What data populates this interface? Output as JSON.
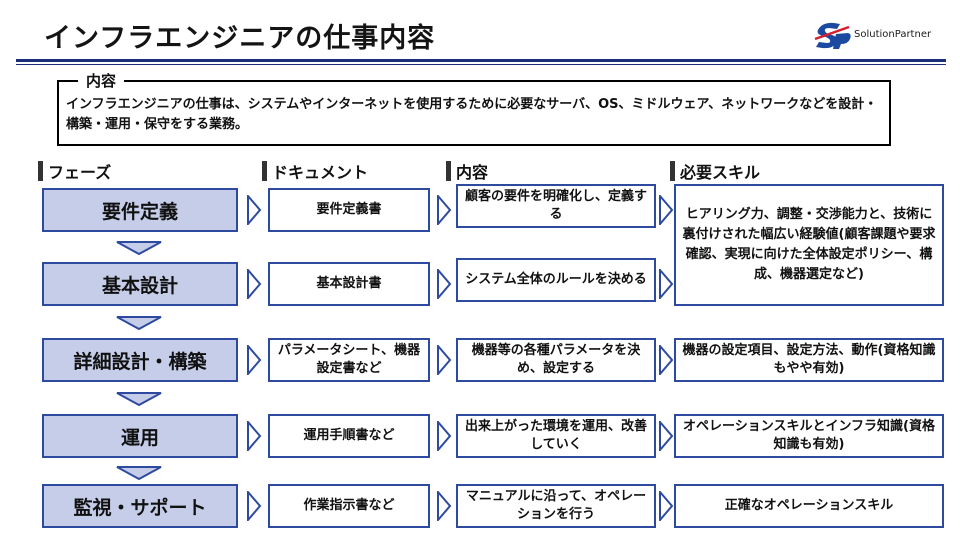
{
  "title": "インフラエンジニアの仕事内容",
  "logo_text": "SolutionPartner",
  "content": {
    "label": "内容",
    "text": "インフラエンジニアの仕事は、システムやインターネットを使用するために必要なサーバ、OS、ミドルウェア、ネットワークなどを設計・構築・運用・保守をする業務。"
  },
  "headers": {
    "phase": "フェーズ",
    "document": "ドキュメント",
    "content": "内容",
    "skill": "必要スキル"
  },
  "rows": [
    {
      "phase": "要件定義",
      "document": "要件定義書",
      "content": "顧客の要件を明確化し、定義する"
    },
    {
      "phase": "基本設計",
      "document": "基本設計書",
      "content": "システム全体のルールを決める"
    },
    {
      "phase": "詳細設計・構築",
      "document": "パラメータシート、機器設定書など",
      "content": "機器等の各種パラメータを決め、設定する",
      "skill": "機器の設定項目、設定方法、動作(資格知識もやや有効)"
    },
    {
      "phase": "運用",
      "document": "運用手順書など",
      "content": "出来上がった環境を運用、改善していく",
      "skill": "オペレーションスキルとインフラ知識(資格知識も有効)"
    },
    {
      "phase": "監視・サポート",
      "document": "作業指示書など",
      "content": "マニュアルに沿って、オペレーションを行う",
      "skill": "正確なオペレーションスキル"
    }
  ],
  "skill_top": "ヒアリング力、調整・交渉能力と、技術に裏付けされた幅広い経験値(顧客課題や要求確認、実現に向けた全体設定ポリシー、構成、機器選定など)",
  "colors": {
    "accent": "#2e4a9e",
    "phase_fill": "#c5cde9",
    "rule": "#1a2f7a",
    "logo_blue": "#1b4aa0",
    "logo_red": "#d4202c"
  }
}
